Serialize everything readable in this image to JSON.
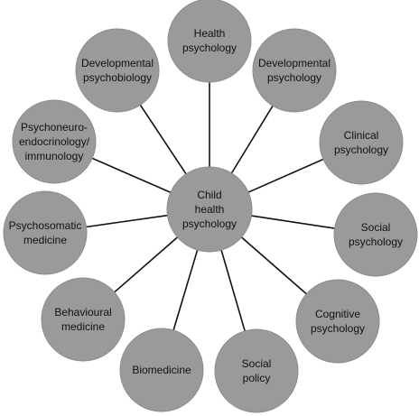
{
  "center": {
    "lines": [
      "Child",
      "health",
      "psychology"
    ]
  },
  "nodes": [
    {
      "id": "health-psychology",
      "lines": [
        "Health",
        "psychology"
      ]
    },
    {
      "id": "developmental-psychology",
      "lines": [
        "Developmental",
        "psychology"
      ]
    },
    {
      "id": "clinical-psychology",
      "lines": [
        "Clinical",
        "psychology"
      ]
    },
    {
      "id": "social-psychology",
      "lines": [
        "Social",
        "psychology"
      ]
    },
    {
      "id": "cognitive-psychology",
      "lines": [
        "Cognitive",
        "psychology"
      ]
    },
    {
      "id": "social-policy",
      "lines": [
        "Social",
        "policy"
      ]
    },
    {
      "id": "biomedicine",
      "lines": [
        "Biomedicine"
      ]
    },
    {
      "id": "behavioural-medicine",
      "lines": [
        "Behavioural",
        "medicine"
      ]
    },
    {
      "id": "psychosomatic-medicine",
      "lines": [
        "Psychosomatic",
        "medicine"
      ]
    },
    {
      "id": "psychoneuroendocrinology-immunology",
      "lines": [
        "Psychoneuro-",
        "endocrinology/",
        "immunology"
      ]
    },
    {
      "id": "developmental-psychobiology",
      "lines": [
        "Developmental",
        "psychobiology"
      ]
    }
  ]
}
